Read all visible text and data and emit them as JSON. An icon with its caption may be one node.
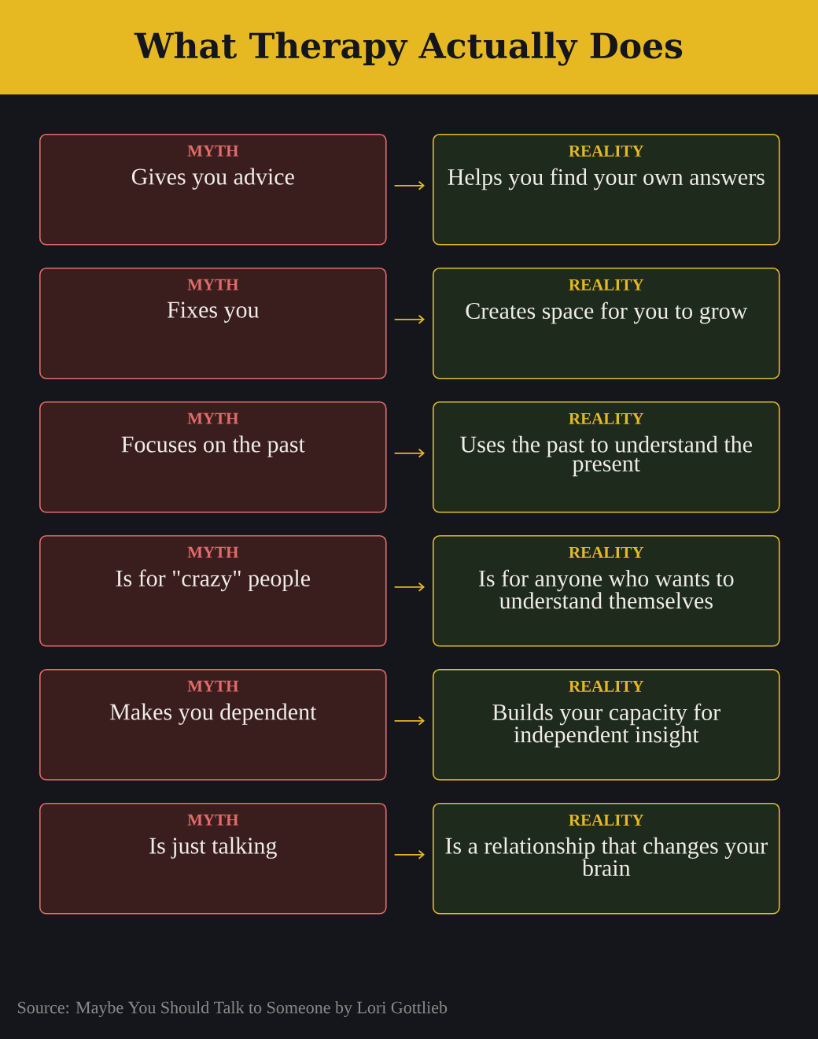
{
  "diagram": {
    "title": "What Therapy Actually Does",
    "nodes": [
      {
        "text": [
          "MYTH",
          "Gives you advice"
        ]
      },
      {
        "text": [
          "REALITY",
          "Helps you find your own answers"
        ]
      },
      {
        "text": [
          "MYTH",
          "Fixes you"
        ]
      },
      {
        "text": [
          "REALITY",
          "Creates space for you to grow"
        ]
      },
      {
        "text": [
          "MYTH",
          "Focuses on the past"
        ]
      },
      {
        "text": [
          "REALITY",
          "Uses the past to understand the present"
        ]
      },
      {
        "text": [
          "MYTH",
          "Is for \"crazy\" people"
        ]
      },
      {
        "text": [
          "REALITY",
          "Is for anyone who wants to understand themselves"
        ]
      },
      {
        "text": [
          "MYTH",
          "Makes you dependent"
        ]
      },
      {
        "text": [
          "REALITY",
          "Builds your capacity for independent insight"
        ]
      },
      {
        "text": [
          "MYTH",
          "Is just talking"
        ]
      },
      {
        "text": [
          "REALITY",
          "Is a relationship that changes your brain"
        ]
      }
    ],
    "edges": [
      {
        "from": 0,
        "to": 1,
        "arrow": "to"
      },
      {
        "from": 2,
        "to": 3,
        "arrow": "to"
      },
      {
        "from": 4,
        "to": 5,
        "arrow": "to"
      },
      {
        "from": 6,
        "to": 7,
        "arrow": "to"
      },
      {
        "from": 8,
        "to": 9,
        "arrow": "to"
      },
      {
        "from": 10,
        "to": 11,
        "arrow": "to"
      }
    ],
    "caption": "Source: Maybe You Should Talk to Someone by Lori Gottlieb"
  }
}
